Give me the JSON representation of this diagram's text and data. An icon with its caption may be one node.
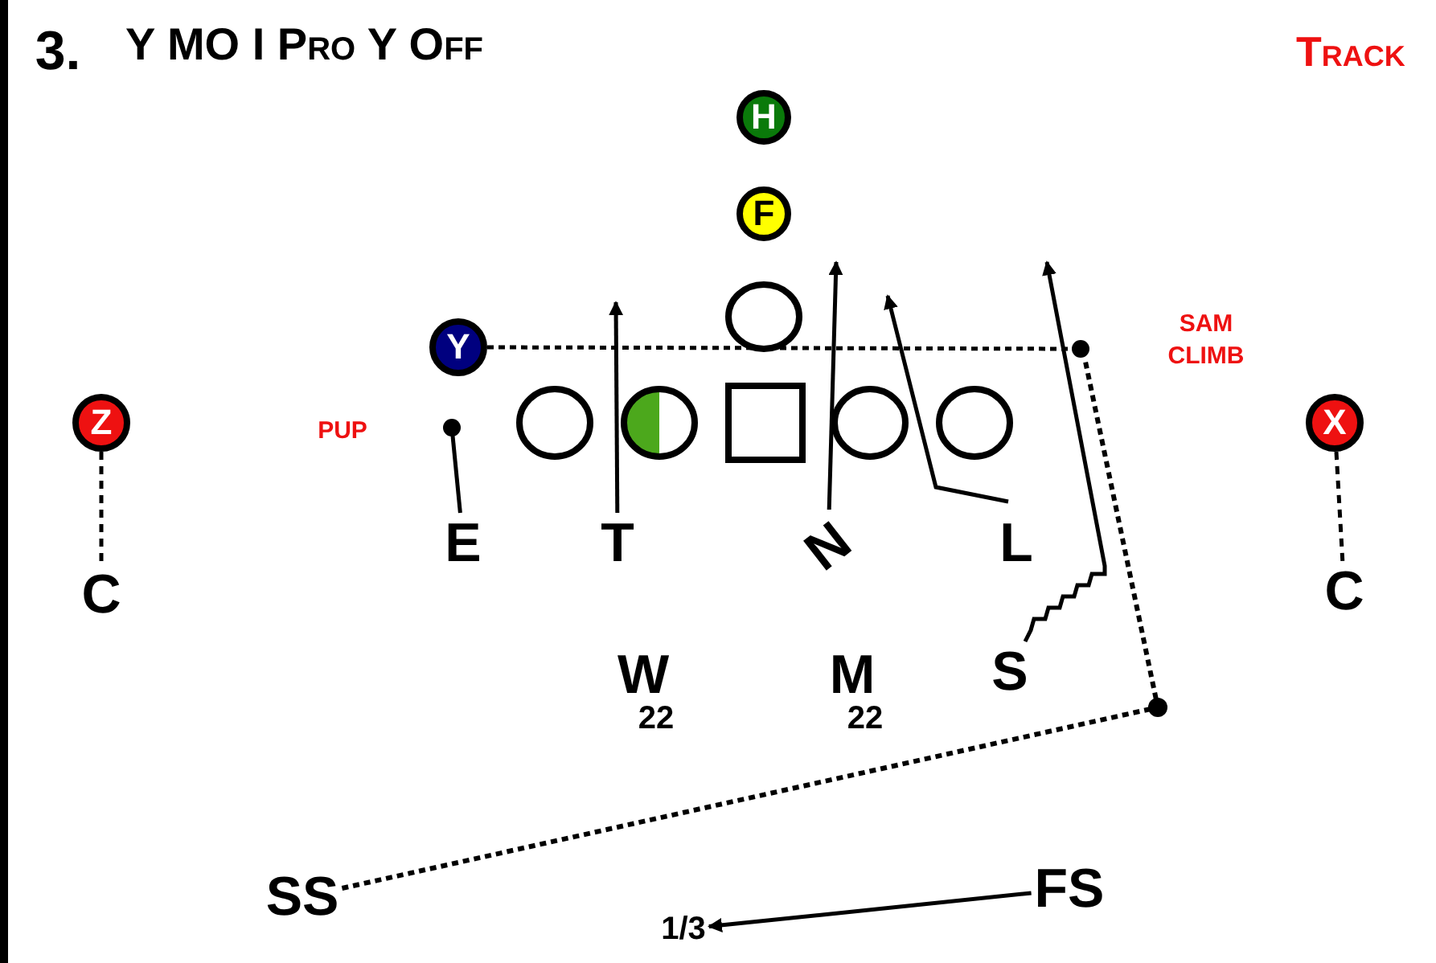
{
  "diagram": {
    "title": "Y MO I Pro Y Off",
    "nodes": [
      {
        "text": [
          "H"
        ]
      },
      {
        "text": [
          "F"
        ]
      },
      {
        "text": [
          "Y"
        ]
      },
      {
        "text": [
          "Z"
        ]
      },
      {
        "text": [
          "X"
        ]
      },
      {
        "text": [],
        "shape": "circle"
      },
      {
        "text": [],
        "shape": "circle"
      },
      {
        "text": [],
        "shape": "circle"
      },
      {
        "text": [],
        "shape": "box"
      },
      {
        "text": [],
        "shape": "circle"
      },
      {
        "text": [],
        "shape": "circle"
      },
      {
        "text": [
          "E"
        ]
      },
      {
        "text": [
          "T"
        ]
      },
      {
        "text": [
          "N"
        ]
      },
      {
        "text": [
          "L"
        ]
      },
      {
        "text": [
          "S"
        ]
      },
      {
        "text": [
          "W"
        ],
        "beside": [
          "22"
        ]
      },
      {
        "text": [
          "M"
        ],
        "beside": [
          "22"
        ]
      },
      {
        "text": [
          "C"
        ]
      },
      {
        "text": [
          "C"
        ]
      },
      {
        "text": [
          "SS"
        ]
      },
      {
        "text": [
          "FS"
        ]
      },
      {
        "text": [
          "1/3"
        ]
      }
    ],
    "edges": [
      {
        "from": 3,
        "to": 18,
        "arrow": "none",
        "style": "dashed"
      },
      {
        "from": 4,
        "to": 19,
        "arrow": "none",
        "style": "dashed"
      },
      {
        "from": 2,
        "to": null,
        "arrow": "other",
        "style": "dashed"
      },
      {
        "from": 11,
        "to": null,
        "arrow": "other"
      },
      {
        "from": 12,
        "to": null,
        "arrow": "to"
      },
      {
        "from": 13,
        "to": null,
        "arrow": "to"
      },
      {
        "from": 14,
        "to": null,
        "arrow": "to"
      },
      {
        "from": 15,
        "to": null,
        "arrow": "to"
      },
      {
        "from": 20,
        "to": null,
        "arrow": "none",
        "style": "dashed"
      },
      {
        "from": 21,
        "to": 22,
        "arrow": "to"
      }
    ],
    "labels": [
      "3.",
      "Track",
      "PUP",
      "SAM CLIMB"
    ]
  }
}
